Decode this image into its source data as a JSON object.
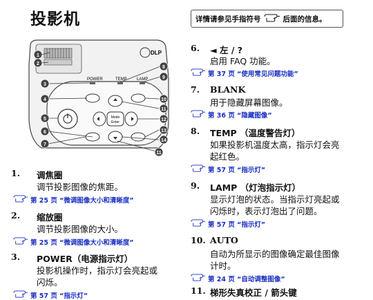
{
  "page": {
    "title": "投影机",
    "ref_note": {
      "before": "详情请参见手指符号",
      "after": "后面的信息。"
    }
  },
  "diagram": {
    "labels": [
      "1",
      "2",
      "3",
      "4",
      "5",
      "6",
      "7",
      "8",
      "9",
      "10",
      "11",
      "12",
      "13",
      "14"
    ],
    "buttons": {
      "power": "POWER",
      "temp": "TEMP",
      "lamp": "LAMP",
      "dlp": "DLP",
      "mode": "Mode\nEnter"
    }
  },
  "left_items": [
    {
      "num": "1.",
      "head": "调焦圈",
      "desc": [
        "调节投影图像的焦距。"
      ],
      "ref": "第 25 页 “微调图像大小和清晰度”"
    },
    {
      "num": "2.",
      "head": "缩放圈",
      "desc": [
        "调节投影图像的大小。"
      ],
      "ref": "第 25 页 “微调图像大小和清晰度”"
    },
    {
      "num": "3.",
      "head": "POWER（电源指示灯）",
      "desc": [
        "投影机操作时，指示灯会亮起或",
        "闪烁。"
      ],
      "ref": "第 57 页 “指示灯”"
    }
  ],
  "right_items": [
    {
      "num": "6.",
      "head": "◄ 左 / ?",
      "desc": [
        "启用 FAQ 功能。"
      ],
      "ref": "第 37 页 “使用常见问题功能”"
    },
    {
      "num": "7.",
      "head": "BLANK",
      "desc": [
        "用于隐藏屏幕图像。"
      ],
      "ref": "第 36 页 “隐藏图像”"
    },
    {
      "num": "8.",
      "head": "TEMP （温度警告灯）",
      "desc": [
        "如果投影机温度太高，指示灯会亮",
        "起红色。"
      ],
      "ref": "第 57 页 “指示灯”"
    },
    {
      "num": "9.",
      "head": "LAMP （灯泡指示灯）",
      "desc": [
        "显示灯泡的状态。当指示灯亮起或",
        "闪烁时，表示灯泡出了问题。"
      ],
      "ref": "第 57 页 “指示灯”"
    },
    {
      "num": "10.",
      "head": "AUTO",
      "desc": [
        "自动为所显示的图像确定最佳图像",
        "计时。"
      ],
      "ref": "第 24 页 “自动调整图像”"
    },
    {
      "num": "11.",
      "head": "梯形失真校正 / 箭头键",
      "desc": [],
      "ref": ""
    }
  ]
}
